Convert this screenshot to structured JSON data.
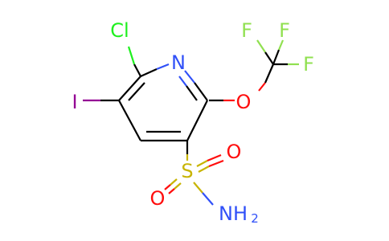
{
  "atoms": {
    "cl": {
      "label": "Cl",
      "color": "#1ff01f"
    },
    "n": {
      "label": "N",
      "color": "#3050f8"
    },
    "i": {
      "label": "I",
      "color": "#940094"
    },
    "o_ether": {
      "label": "O",
      "color": "#ff0d0d"
    },
    "f1": {
      "label": "F",
      "color": "#90e050"
    },
    "f2": {
      "label": "F",
      "color": "#90e050"
    },
    "f3": {
      "label": "F",
      "color": "#90e050"
    },
    "s": {
      "label": "S",
      "color": "#c8b400"
    },
    "o_s1": {
      "label": "O",
      "color": "#ff0d0d"
    },
    "o_s2": {
      "label": "O",
      "color": "#ff0d0d"
    },
    "nh2": {
      "label": "NH",
      "subscript": "2",
      "color": "#3050f8"
    }
  }
}
